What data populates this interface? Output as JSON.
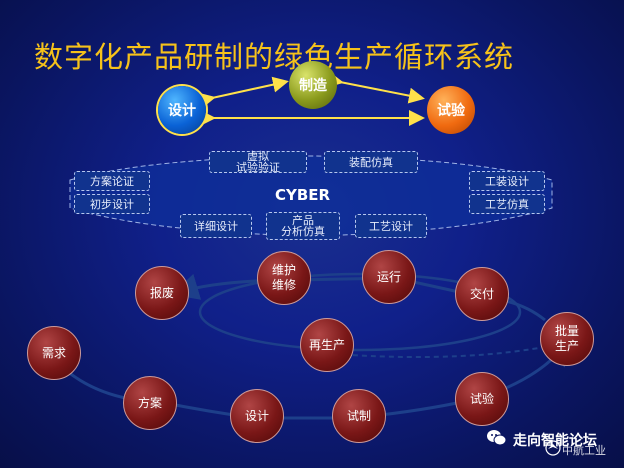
{
  "title": "数字化产品研制的绿色生产循环系统",
  "top_cycle": {
    "design": "设计",
    "manufacture": "制造",
    "test": "试验"
  },
  "cyber": {
    "label": "CYBER",
    "boxes": {
      "virtual_test_line1": "虚拟",
      "virtual_test_line2": "试验验证",
      "assembly_sim": "装配仿真",
      "scheme_demo": "方案论证",
      "prelim_design": "初步设计",
      "tooling_design": "工装设计",
      "process_sim": "工艺仿真",
      "detail_design": "详细设计",
      "product_sim_line1": "产品",
      "product_sim_line2": "分析仿真",
      "process_design": "工艺设计"
    }
  },
  "lifecycle": {
    "requirement": "需求",
    "scheme": "方案",
    "design": "设计",
    "trial_production": "试制",
    "test": "试验",
    "batch_line1": "批量",
    "batch_line2": "生产",
    "delivery": "交付",
    "operation": "运行",
    "maintenance_line1": "维护",
    "maintenance_line2": "维修",
    "scrap": "报废",
    "reproduction": "再生产"
  },
  "watermark": {
    "text": "走向智能论坛",
    "sub": "中航工业",
    "icon": "wechat-icon"
  },
  "colors": {
    "title": "#f6c21a",
    "arrow_yellow": "#ffe14a",
    "node_red": "#7a1717",
    "background": "#10208a"
  }
}
